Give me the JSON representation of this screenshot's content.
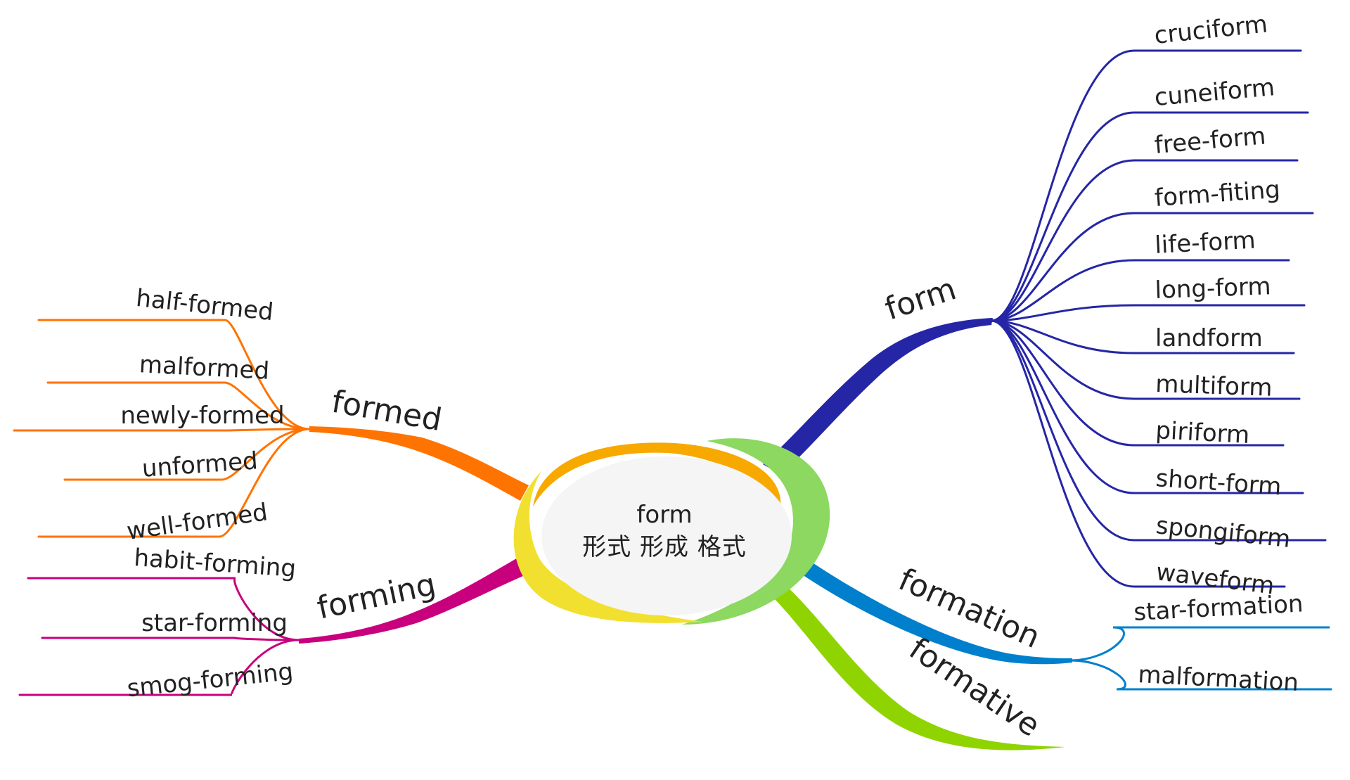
{
  "center": {
    "title": "form",
    "subtitle": "形式 形成 格式"
  },
  "colors": {
    "formed": "#ff7300",
    "forming": "#c8007e",
    "form": "#2526a6",
    "formation": "#0080cc",
    "formative": "#8fd400",
    "ring_orange": "#f7a900",
    "ring_yellow": "#f2e030",
    "ring_green": "#8cd860",
    "center_fill": "#f5f5f5"
  },
  "branches": [
    {
      "id": "form",
      "label": "form",
      "color_key": "form",
      "children": [
        "cruciform",
        "cuneiform",
        "free-form",
        "form-fiting",
        "life-form",
        "long-form",
        "landform",
        "multiform",
        "piriform",
        "short-form",
        "spongiform",
        "waveform"
      ]
    },
    {
      "id": "formation",
      "label": "formation",
      "color_key": "formation",
      "children": [
        "star-formation",
        "malformation"
      ]
    },
    {
      "id": "formative",
      "label": "formative",
      "color_key": "formative",
      "children": []
    },
    {
      "id": "formed",
      "label": "formed",
      "color_key": "formed",
      "children": [
        "half-formed",
        "malformed",
        "newly-formed",
        "unformed",
        "well-formed"
      ]
    },
    {
      "id": "forming",
      "label": "forming",
      "color_key": "forming",
      "children": [
        "habit-forming",
        "star-forming",
        "smog-forming"
      ]
    }
  ]
}
